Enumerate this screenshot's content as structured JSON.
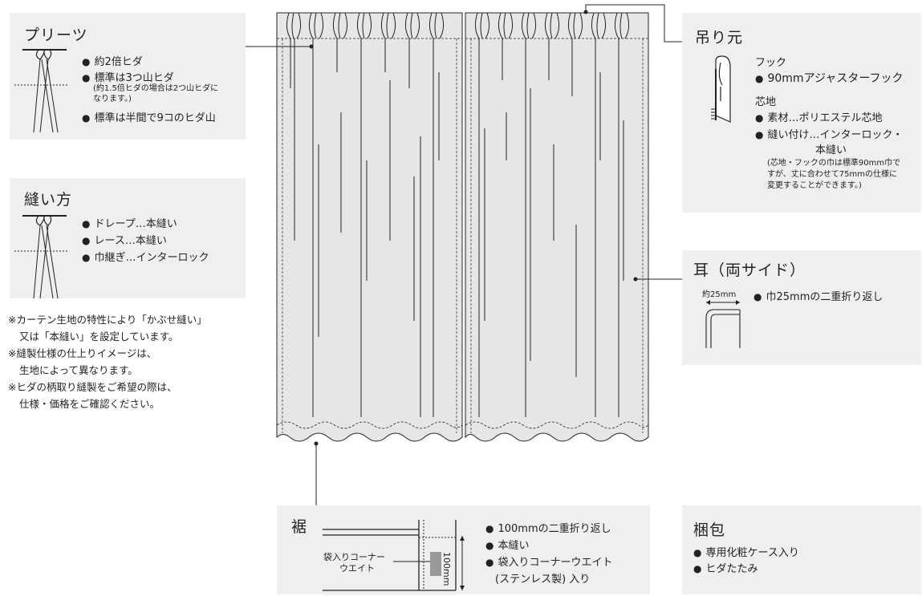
{
  "pleats": {
    "title": "プリーツ",
    "items": [
      "約2倍ヒダ",
      "標準は3つ山ヒダ",
      "標準は半間で9コのヒダ山"
    ],
    "sub_note": [
      "(約1.5倍ヒダの場合は2つ山ヒダに",
      "なります。)"
    ]
  },
  "sewing": {
    "title": "縫い方",
    "items": [
      "ドレープ…本縫い",
      "レース…本縫い",
      "巾継ぎ…インターロック"
    ]
  },
  "notes": [
    "※カーテン生地の特性により「かぶせ縫い」",
    "又は「本縫い」を設定しています。",
    "※縫製仕様の仕上りイメージは、",
    "生地によって異なります。",
    "※ヒダの柄取り縫製をご希望の際は、",
    "仕様・価格をご確認ください。"
  ],
  "hanging": {
    "title": "吊り元",
    "hook_label": "フック",
    "hook_item": "90mmアジャスターフック",
    "core_label": "芯地",
    "core_items": [
      "素材…ポリエステル芯地",
      "縫い付け…インターロック・"
    ],
    "core_cont": "本縫い",
    "footnote": [
      "(芯地・フックの巾は標準90mm巾で",
      "すが、丈に合わせて75mmの仕様に",
      "変更することができます。)"
    ]
  },
  "side": {
    "title": "耳（両サイド）",
    "dim": "約25mm",
    "item": "巾25mmの二重折り返し"
  },
  "hem": {
    "title": "裾",
    "weight_label": [
      "袋入りコーナー",
      "ウエイト"
    ],
    "dim": "100mm",
    "items": [
      "100mmの二重折り返し",
      "本縫い",
      "袋入りコーナーウエイト"
    ],
    "item_cont": "(ステンレス製) 入り"
  },
  "packing": {
    "title": "梱包",
    "items": [
      "専用化粧ケース入り",
      "ヒダたたみ"
    ]
  },
  "colors": {
    "panel": "#efefef",
    "curtain": "#e6e6e6",
    "line": "#222222"
  }
}
